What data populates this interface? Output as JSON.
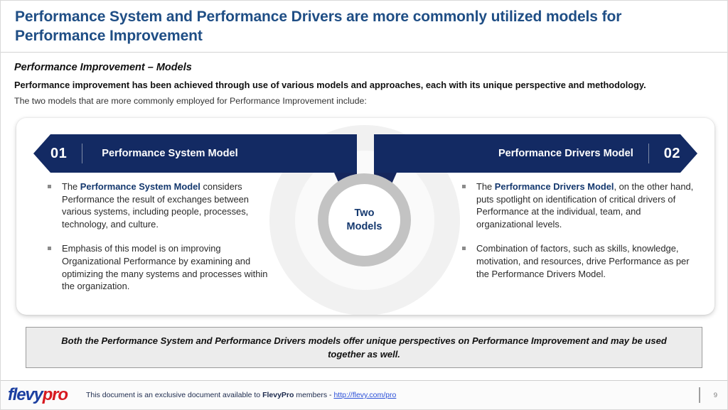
{
  "slide": {
    "title": "Performance System and Performance Drivers are more commonly utilized models for Performance Improvement",
    "subhead": "Performance Improvement – Models",
    "lead_bold": "Performance improvement has been achieved through use of various models and approaches, each with its unique perspective and methodology.",
    "lead_regular": "The two models that are more commonly employed for Performance Improvement include:"
  },
  "colors": {
    "title_blue": "#1f4e85",
    "banner_navy": "#132a63",
    "tail_navy": "#15265c",
    "accent_navy": "#14386e",
    "ring_gray": "#c3c3c3",
    "keybox_fill": "#ececec",
    "logo_blue": "#1c3fa0",
    "logo_red": "#d71920"
  },
  "center": {
    "line1": "Two",
    "line2": "Models"
  },
  "models": [
    {
      "number": "01",
      "label": "Performance System Model",
      "bullets": [
        {
          "lead": "The ",
          "highlight": "Performance System Model",
          "rest": " considers Performance the result of exchanges between various systems, including people, processes, technology, and culture."
        },
        {
          "lead": "",
          "highlight": "",
          "rest": "Emphasis of this model is on improving Organizational Performance by examining and optimizing the many systems and processes within the organization."
        }
      ]
    },
    {
      "number": "02",
      "label": "Performance Drivers Model",
      "bullets": [
        {
          "lead": "The ",
          "highlight": "Performance Drivers Model",
          "rest": ", on the other hand, puts spotlight on identification of critical drivers of Performance at the individual, team, and organizational levels."
        },
        {
          "lead": "",
          "highlight": "",
          "rest": "Combination of factors, such as skills, knowledge, motivation, and resources, drive Performance as per the Performance Drivers Model."
        }
      ]
    }
  ],
  "key_message": "Both the Performance System and Performance Drivers models offer unique perspectives on Performance Improvement and may be used together as well.",
  "footer": {
    "logo_first": "flevy",
    "logo_second": "pro",
    "note_prefix": "This document is an exclusive document available to ",
    "note_brand": "FlevyPro",
    "note_middle": " members - ",
    "link": "http://flevy.com/pro",
    "page_number": "9"
  }
}
